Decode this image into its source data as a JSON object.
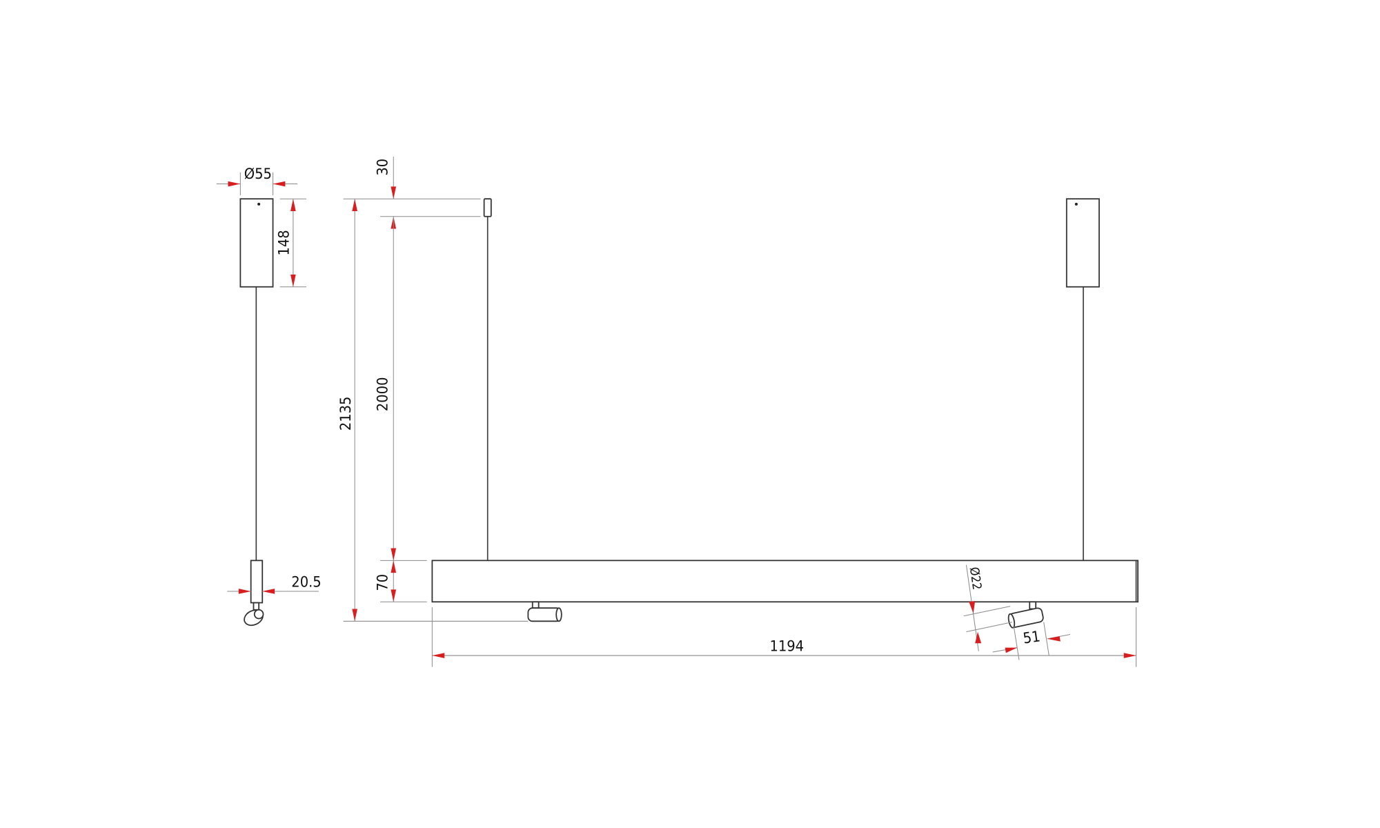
{
  "drawing": {
    "dimensions": {
      "canopy_diameter": "Ø55",
      "canopy_height": "148",
      "spot_width": "20.5",
      "top_offset": "30",
      "cable_length": "2000",
      "total_height": "2135",
      "bar_height": "70",
      "bar_length": "1194",
      "spot_diameter": "Ø22",
      "spot_length": "51"
    },
    "colors": {
      "arrow": "#d81e1e",
      "line": "#333333"
    }
  }
}
